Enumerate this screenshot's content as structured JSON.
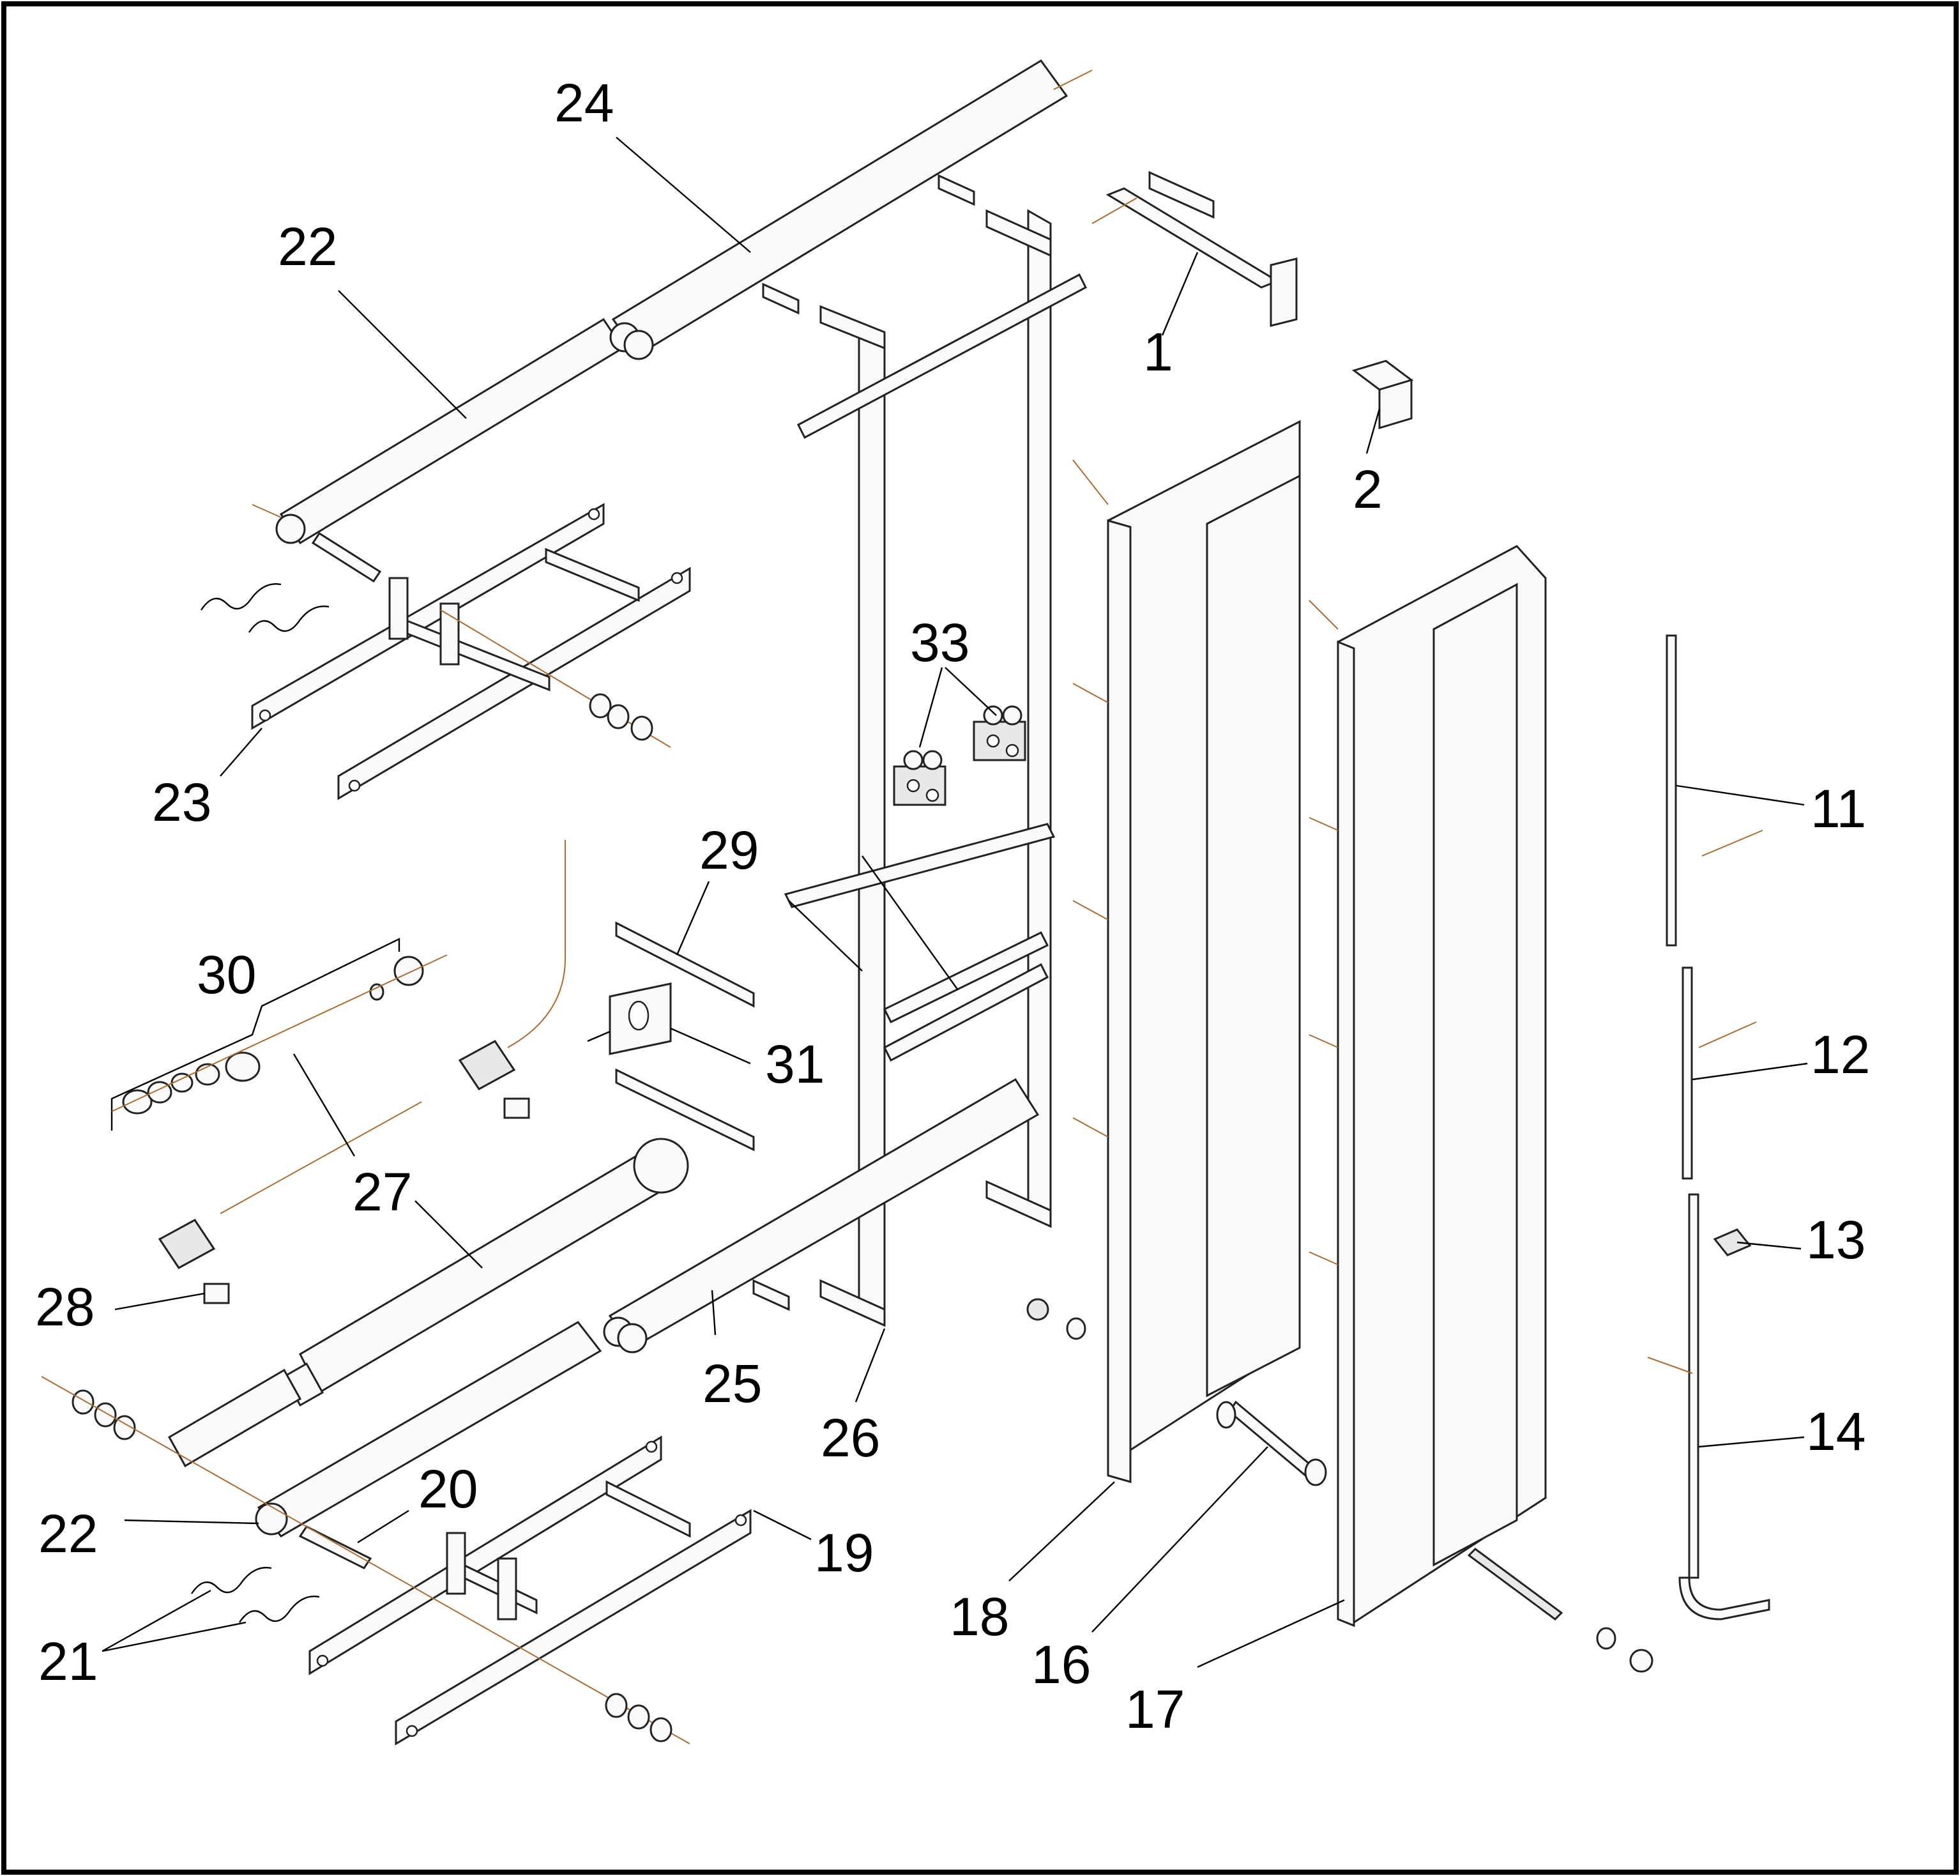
{
  "accent_color": "#b06a2c",
  "callouts": {
    "c1": "1",
    "c2": "2",
    "c11": "11",
    "c12": "12",
    "c13": "13",
    "c14": "14",
    "c16": "16",
    "c17": "17",
    "c18": "18",
    "c19": "19",
    "c20": "20",
    "c21": "21",
    "c22a": "22",
    "c22b": "22",
    "c23": "23",
    "c24": "24",
    "c25": "25",
    "c26": "26",
    "c27": "27",
    "c28": "28",
    "c29": "29",
    "c30": "30",
    "c31": "31",
    "c33": "33"
  }
}
